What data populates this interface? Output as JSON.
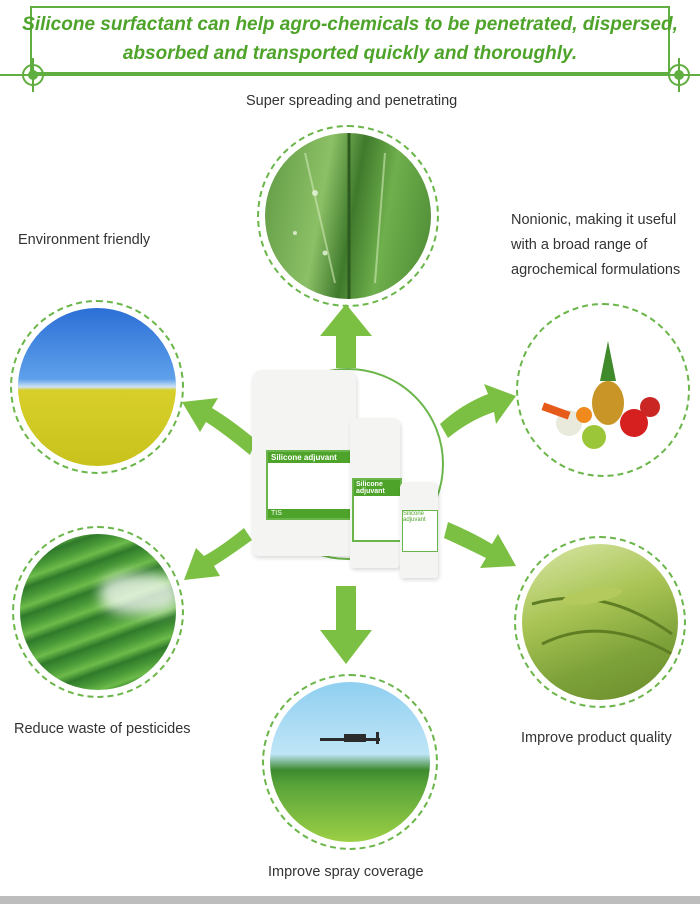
{
  "header": {
    "line1": "Silicone surfactant can help agro-chemicals to be penetrated, dispersed,",
    "line2": "absorbed and transported quickly and thoroughly."
  },
  "features": {
    "top": "Super spreading and penetrating",
    "right_top": [
      "Nonionic, making it useful",
      "with a broad range of",
      "agrochemical formulations"
    ],
    "left_top": "Environment friendly",
    "left_bottom": "Reduce waste  of pesticides",
    "right_bottom": "Improve product quality",
    "bottom": "Improve spray coverage"
  },
  "products": {
    "large_label": "Silicone adjuvant",
    "medium_label": "Silicone adjuvant",
    "small_label": "Silicone adjuvant",
    "brand": "TIS"
  },
  "colors": {
    "accent": "#5fae3f",
    "arrow": "#7cc043",
    "text": "#333333"
  }
}
